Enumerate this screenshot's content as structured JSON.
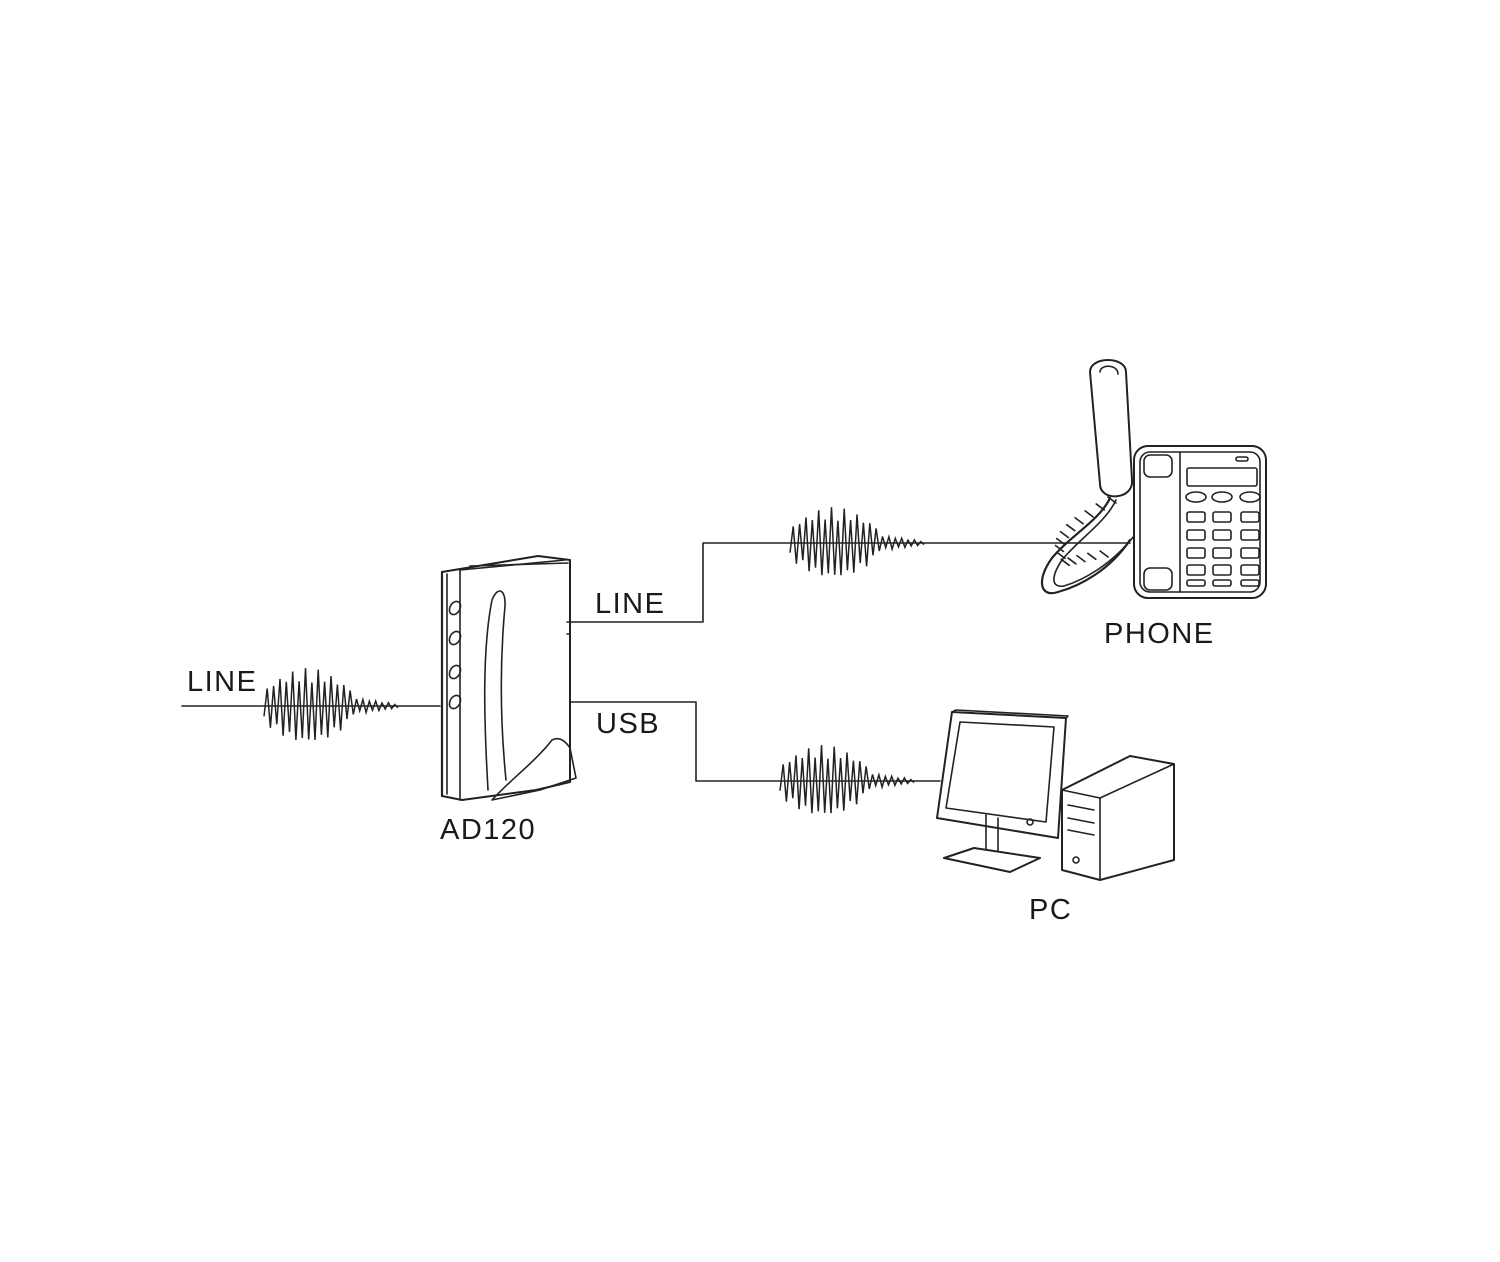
{
  "labels": {
    "line_in": "LINE",
    "line_out": "LINE",
    "usb": "USB",
    "device": "AD120",
    "phone": "PHONE",
    "pc": "PC"
  },
  "icons": [
    "ad120-device-icon",
    "telephone-icon",
    "computer-icon",
    "signal-wave-icon"
  ],
  "colors": {
    "ink": "#222222",
    "background": "#ffffff"
  }
}
